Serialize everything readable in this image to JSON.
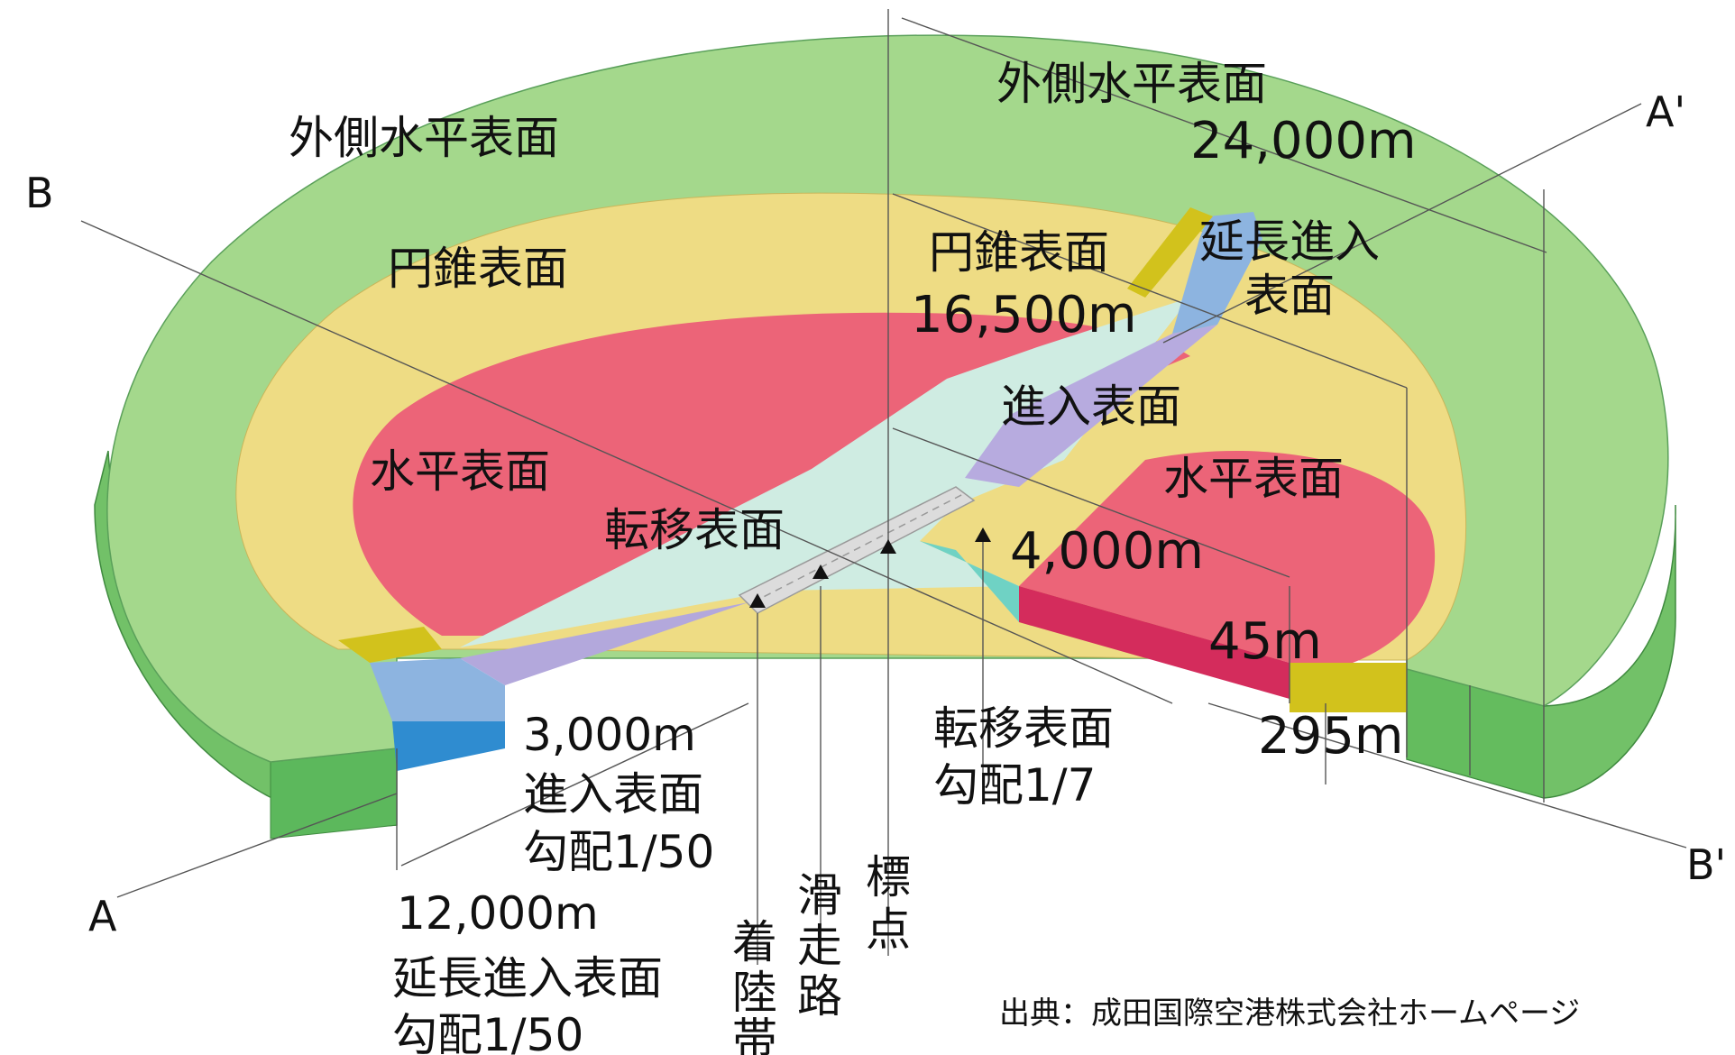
{
  "labels": {
    "outer_horizontal_left": "外側水平表面",
    "outer_horizontal_right": "外側水平表面",
    "conical_left": "円錐表面",
    "conical_right": "円錐表面",
    "extended_approach_1": "延長進入",
    "extended_approach_2": "表面",
    "approach_surface": "進入表面",
    "horizontal_left": "水平表面",
    "horizontal_right": "水平表面",
    "transitional_surface": "転移表面"
  },
  "dimensions": {
    "d24000": "24,000m",
    "d16500": "16,500m",
    "d4000": "4,000m",
    "d45": "45m",
    "d295": "295m",
    "d3000": "3,000m",
    "d12000": "12,000m"
  },
  "section_labels": {
    "a": "A",
    "a_prime": "A'",
    "b": "B",
    "b_prime": "B'"
  },
  "annotations": {
    "approach_name": "進入表面",
    "approach_grade": "勾配1/50",
    "ext_name": "延長進入表面",
    "ext_grade": "勾配1/50",
    "trans_name": "転移表面",
    "trans_grade": "勾配1/7"
  },
  "vertical_labels": {
    "landing_zone": [
      "着",
      "陸",
      "帯"
    ],
    "runway": [
      "滑",
      "走",
      "路"
    ],
    "reference_point": [
      "標",
      "点"
    ]
  },
  "source": "出典：成田国際空港株式会社ホームページ",
  "colors": {
    "outer_green": "#9fd389",
    "outer_side": "#5cb85c",
    "conical_yellow": "#ecdc80",
    "horizontal_red": "#ec6478",
    "horizontal_side": "#d42c5c",
    "transitional_mint": "#cfece2",
    "approach_purple": "#b3a8dc",
    "extended_blue": "#8db4e0",
    "extended_side": "#2f8cd0",
    "olive": "#d2c21c",
    "runway_gray": "#d8d8d8"
  }
}
